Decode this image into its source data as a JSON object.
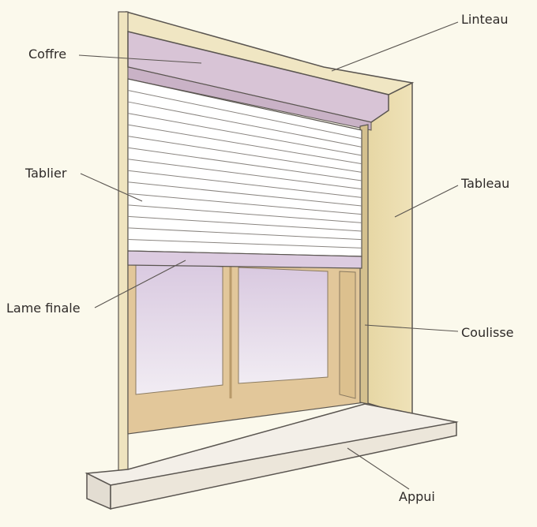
{
  "labels": {
    "coffre": "Coffre",
    "linteau": "Linteau",
    "tablier": "Tablier",
    "tableau": "Tableau",
    "lame_finale": "Lame finale",
    "coulisse": "Coulisse",
    "appui": "Appui"
  },
  "colors": {
    "background": "#fbf9ec",
    "wall_face": "#efe4bf",
    "wall_side": "#e6d6a3",
    "coffre": "#d8c4d6",
    "slats": "#ffffff",
    "glass": "#e4d8ea",
    "frame": "#e2c79a",
    "sill": "#f3efe8",
    "line": "#5a5550"
  },
  "shutter": {
    "slat_count": 15
  }
}
